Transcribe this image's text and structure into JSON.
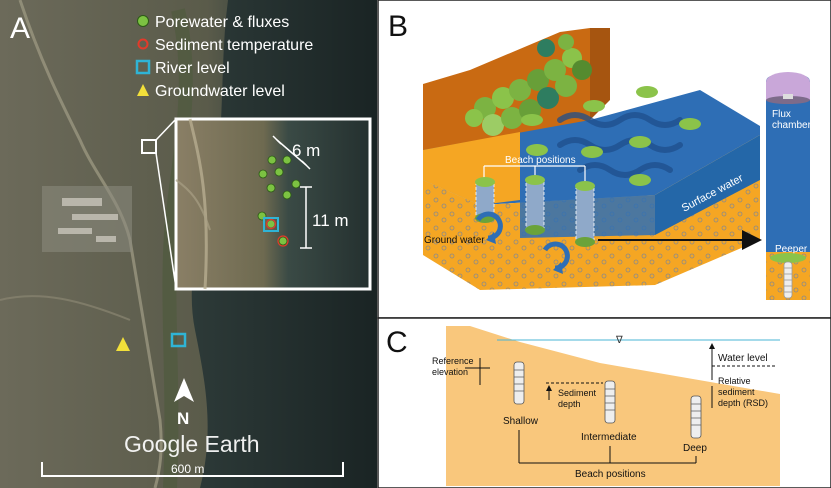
{
  "panels": {
    "a": {
      "letter": "A",
      "legend": [
        {
          "label": "Porewater & fluxes",
          "marker": "green-circle"
        },
        {
          "label": "Sediment temperature",
          "marker": "red-ring"
        },
        {
          "label": "River level",
          "marker": "cyan-square"
        },
        {
          "label": "Groundwater level",
          "marker": "yellow-triangle"
        }
      ],
      "inset_width_label": "6 m",
      "inset_height_label": "11 m",
      "north_label": "N",
      "google_earth_label": "Google Earth",
      "scale_label": "600 m"
    },
    "b": {
      "letter": "B",
      "beach_positions_label": "Beach positions",
      "surface_water_label": "Surface water",
      "ground_water_label": "Ground water",
      "flux_chamber_label": "Flux\nchamber",
      "peeper_label": "Peeper"
    },
    "c": {
      "letter": "C",
      "reference_elevation_label": "Reference\nelevation",
      "water_level_label": "Water level",
      "rsd_label": "Relative\nsediment\ndepth (RSD)",
      "sediment_depth_label": "Sediment\ndepth",
      "shallow_label": "Shallow",
      "intermediate_label": "Intermediate",
      "deep_label": "Deep",
      "beach_positions_label": "Beach positions",
      "water_symbol": "∇"
    }
  },
  "colors": {
    "water_blue": "#2e6eb5",
    "sediment_orange": "#f5a623",
    "green_marker": "#7cc242",
    "panel_c_fill": "#f9c77c",
    "satellite_dark": "#3a3d33"
  }
}
